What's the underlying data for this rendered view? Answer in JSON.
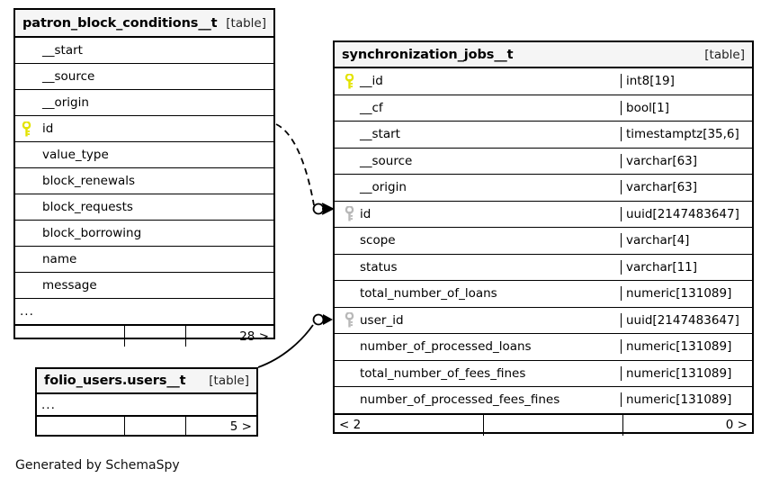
{
  "caption": "Generated by SchemaSpy",
  "tag_label": "[table]",
  "ellipsis": "...",
  "icons": {
    "primary_key": "key-icon-primary",
    "foreign_key": "key-icon-foreign"
  },
  "colors": {
    "primary_key": "#e3e300",
    "foreign_key": "#b8b8b8",
    "header_bg": "#f5f5f5",
    "border": "#000000",
    "background": "#ffffff"
  },
  "tables": [
    {
      "id": "patron_block_conditions",
      "name": "patron_block_conditions__t",
      "tag": "[table]",
      "columns": [
        {
          "name": "__start",
          "key": "none",
          "type": ""
        },
        {
          "name": "__source",
          "key": "none",
          "type": ""
        },
        {
          "name": "__origin",
          "key": "none",
          "type": ""
        },
        {
          "name": "id",
          "key": "primary",
          "type": ""
        },
        {
          "name": "value_type",
          "key": "none",
          "type": ""
        },
        {
          "name": "block_renewals",
          "key": "none",
          "type": ""
        },
        {
          "name": "block_requests",
          "key": "none",
          "type": ""
        },
        {
          "name": "block_borrowing",
          "key": "none",
          "type": ""
        },
        {
          "name": "name",
          "key": "none",
          "type": ""
        },
        {
          "name": "message",
          "key": "none",
          "type": ""
        }
      ],
      "has_ellipsis_row": true,
      "footer": {
        "left": "",
        "middle": "",
        "right": "28 >"
      }
    },
    {
      "id": "folio_users_users",
      "name": "folio_users.users__t",
      "tag": "[table]",
      "columns": [],
      "has_ellipsis_row": true,
      "footer": {
        "left": "",
        "middle": "",
        "right": "5 >"
      }
    },
    {
      "id": "synchronization_jobs",
      "name": "synchronization_jobs__t",
      "tag": "[table]",
      "columns": [
        {
          "name": "__id",
          "key": "primary",
          "type": "int8[19]"
        },
        {
          "name": "__cf",
          "key": "none",
          "type": "bool[1]"
        },
        {
          "name": "__start",
          "key": "none",
          "type": "timestamptz[35,6]"
        },
        {
          "name": "__source",
          "key": "none",
          "type": "varchar[63]"
        },
        {
          "name": "__origin",
          "key": "none",
          "type": "varchar[63]"
        },
        {
          "name": "id",
          "key": "foreign",
          "type": "uuid[2147483647]"
        },
        {
          "name": "scope",
          "key": "none",
          "type": "varchar[4]"
        },
        {
          "name": "status",
          "key": "none",
          "type": "varchar[11]"
        },
        {
          "name": "total_number_of_loans",
          "key": "none",
          "type": "numeric[131089]"
        },
        {
          "name": "user_id",
          "key": "foreign",
          "type": "uuid[2147483647]"
        },
        {
          "name": "number_of_processed_loans",
          "key": "none",
          "type": "numeric[131089]"
        },
        {
          "name": "total_number_of_fees_fines",
          "key": "none",
          "type": "numeric[131089]"
        },
        {
          "name": "number_of_processed_fees_fines",
          "key": "none",
          "type": "numeric[131089]"
        }
      ],
      "has_ellipsis_row": false,
      "footer": {
        "left": "< 2",
        "middle": "",
        "right": "0 >"
      }
    }
  ],
  "relationships": [
    {
      "id": "patron-id-to-sync-id",
      "from_table": "patron_block_conditions",
      "from_column": "id",
      "to_table": "synchronization_jobs",
      "to_column": "id",
      "style": "dashed",
      "cardinality": "zero-or-many"
    },
    {
      "id": "folio-users-to-sync-user-id",
      "from_table": "folio_users_users",
      "to_table": "synchronization_jobs",
      "to_column": "user_id",
      "style": "solid",
      "cardinality": "zero-or-many"
    }
  ]
}
